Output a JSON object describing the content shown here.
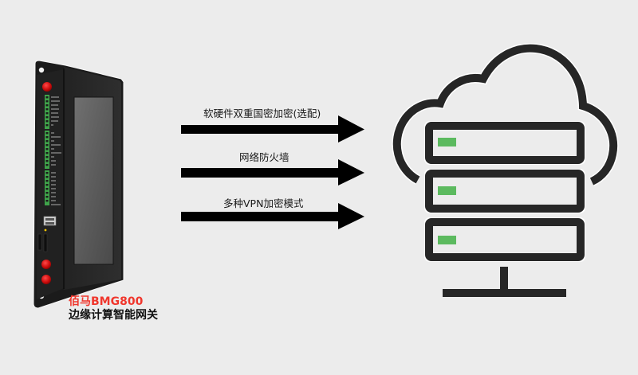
{
  "device": {
    "brand_model": "佰马BMG800",
    "description": "边缘计算智能网关",
    "brand_color": "#f0362c"
  },
  "features": [
    {
      "label": "软硬件双重国密加密(选配)",
      "icon": "arrow-right-icon"
    },
    {
      "label": "网络防火墙",
      "icon": "arrow-right-icon"
    },
    {
      "label": "多种VPN加密模式",
      "icon": "arrow-right-icon"
    }
  ],
  "cloud_server": {
    "icon": "cloud-server-icon",
    "server_units": 3,
    "indicator_color": "#5cba5f",
    "stroke_color": "#262626"
  },
  "colors": {
    "background": "#ececec",
    "arrow": "#000000"
  }
}
